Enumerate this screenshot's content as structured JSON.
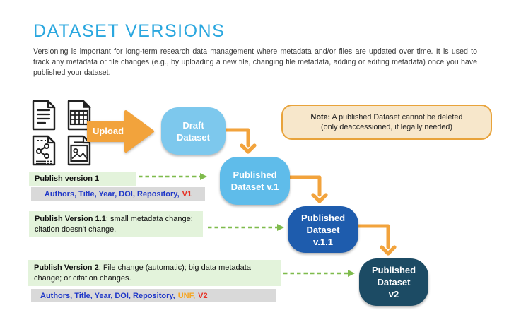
{
  "title": "DATASET VERSIONS",
  "intro": "Versioning is important for long-term research data management where metadata and/or files are updated over time. It is used to track any metadata or file changes (e.g., by uploading a new file, changing file metadata, adding or editing metadata) once you have published your dataset.",
  "colors": {
    "accent_cyan": "#2AA7DF",
    "arrow_orange": "#F2A33C",
    "draft_blue": "#7DC8ED",
    "published_v1_blue": "#5FBCEA",
    "published_v11_blue": "#1E5CAD",
    "published_v2_teal": "#1C4B64",
    "note_bg": "#F7E7CB",
    "note_border": "#E8A33B",
    "annotation_green_bg": "#E3F3DB",
    "dashed_arrow_green": "#7FBB4C",
    "citation_bar_gray": "#D9D9D9",
    "citation_blue": "#2038C8",
    "citation_red": "#E63226",
    "citation_orange": "#F5A623"
  },
  "icons": {
    "grid": [
      "text-document-icon",
      "spreadsheet-document-icon",
      "data-network-document-icon",
      "image-document-icon"
    ]
  },
  "upload": {
    "label": "Upload"
  },
  "note": {
    "prefix": "Note:",
    "text": " A published Dataset cannot be deleted",
    "line2": "(only deaccessioned, if legally needed)"
  },
  "flow": {
    "draft": {
      "line1": "Draft",
      "line2": "Dataset"
    },
    "v1": {
      "line1": "Published",
      "line2": "Dataset v.1"
    },
    "v11": {
      "line1": "Published",
      "line2": "Dataset",
      "line3": "v.1.1"
    },
    "v2": {
      "line1": "Published",
      "line2": "Dataset",
      "line3": "v2"
    }
  },
  "annotations": {
    "publish_v1": {
      "bold": "Publish version 1",
      "rest": ""
    },
    "publish_v11": {
      "bold": "Publish Version 1.1",
      "rest": ": small metadata change; citation doesn't change."
    },
    "publish_v2": {
      "bold": "Publish Version 2",
      "rest": ": File change (automatic); big data metadata change; or citation changes."
    }
  },
  "citations": {
    "v1": {
      "fields": "Authors, Title, Year, DOI, Repository,",
      "version": "V1"
    },
    "v2": {
      "fields": "Authors, Title, Year, DOI, Repository,",
      "unf": "UNF,",
      "version": "V2"
    }
  }
}
